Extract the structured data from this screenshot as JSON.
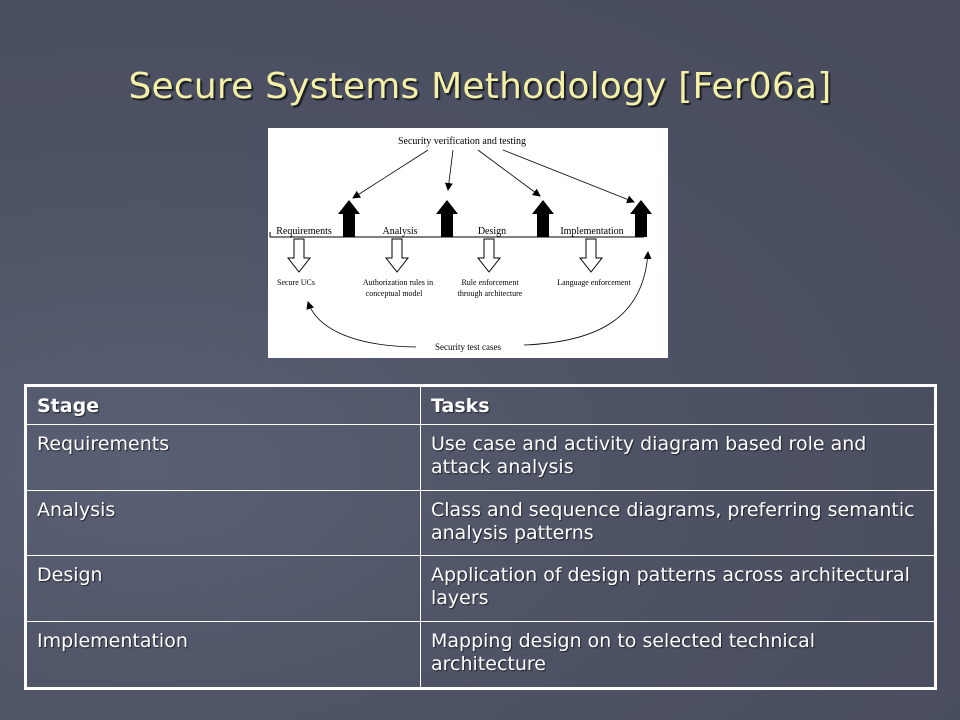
{
  "slide": {
    "title": "Secure Systems Methodology [Fer06a]"
  },
  "diagram": {
    "top_label": "Security verification and testing",
    "bottom_label": "Security test cases",
    "stages": [
      "Requirements",
      "Analysis",
      "Design",
      "Implementation"
    ],
    "outputs": [
      {
        "line1": "Secure UCs",
        "line2": ""
      },
      {
        "line1": "Authorization rules in",
        "line2": "conceptual model"
      },
      {
        "line1": "Rule enforcement",
        "line2": "through architecture"
      },
      {
        "line1": "Language enforcement",
        "line2": ""
      }
    ]
  },
  "table": {
    "headers": [
      "Stage",
      "Tasks"
    ],
    "rows": [
      {
        "stage": "Requirements",
        "tasks": "Use case and activity diagram based role and attack analysis"
      },
      {
        "stage": "Analysis",
        "tasks": "Class and sequence diagrams, preferring semantic analysis patterns"
      },
      {
        "stage": "Design",
        "tasks": "Application of design patterns across architectural layers"
      },
      {
        "stage": "Implementation",
        "tasks": "Mapping design on to selected technical architecture"
      }
    ]
  },
  "colors": {
    "background": "#4f5466",
    "title": "#f4f0a8",
    "diagram_background": "#ffffff",
    "table_text": "#ffffff"
  }
}
